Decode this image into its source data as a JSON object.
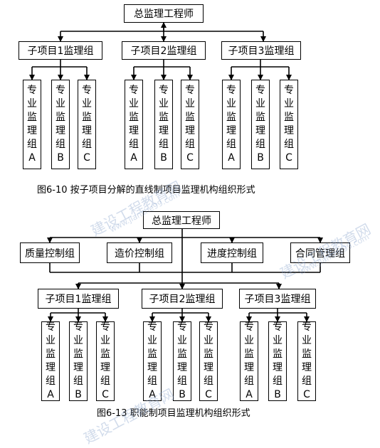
{
  "diagram1": {
    "top": "总监理工程师",
    "groups": [
      "子项目1监理组",
      "子项目2监理组",
      "子项目3监理组"
    ],
    "specialties": [
      "专业监理组A",
      "专业监理组B",
      "专业监理组C"
    ],
    "caption": "图6-10  按子项目分解的直线制项目监理机构组织形式"
  },
  "diagram2": {
    "top": "总监理工程师",
    "functions": [
      "质量控制组",
      "造价控制组",
      "进度控制组",
      "合同管理组"
    ],
    "groups": [
      "子项目1监理组",
      "子项目2监理组",
      "子项目3监理组"
    ],
    "specialties": [
      "专业监理组A",
      "专业监理组B",
      "专业监理组C"
    ],
    "caption": "图6-13  职能制项目监理机构组织形式"
  },
  "watermark": {
    "cn": "建设工程教育网",
    "url": "www.jianshe99.com"
  }
}
